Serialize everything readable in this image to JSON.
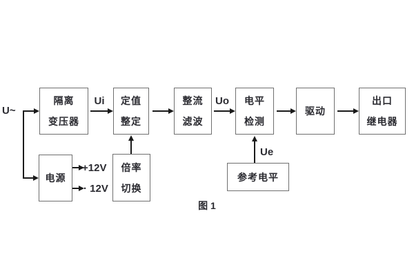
{
  "figure": {
    "caption": "图 1",
    "input_label": "U~",
    "labels": {
      "ui": "Ui",
      "uo": "Uo",
      "ue": "Ue",
      "plus12": "+12V",
      "minus12": "· 12V"
    },
    "blocks": {
      "isolation_transformer": {
        "line1": "隔离",
        "line2": "变压器"
      },
      "value_setting": {
        "line1": "定值",
        "line2": "整定"
      },
      "rectify_filter": {
        "line1": "整流",
        "line2": "滤波"
      },
      "level_detect": {
        "line1": "电平",
        "line2": "检测"
      },
      "drive": {
        "line1": "驱动"
      },
      "outlet_relay": {
        "line1": "出口",
        "line2": "继电器"
      },
      "power": {
        "line1": "电源"
      },
      "ratio_switch": {
        "line1": "倍率",
        "line2": "切换"
      },
      "reference_level": {
        "line1": "参考电平"
      }
    },
    "colors": {
      "background": "#ffffff",
      "box_border": "#6f6f6f",
      "text": "#2b2b31",
      "line": "#1a1a1a"
    }
  }
}
